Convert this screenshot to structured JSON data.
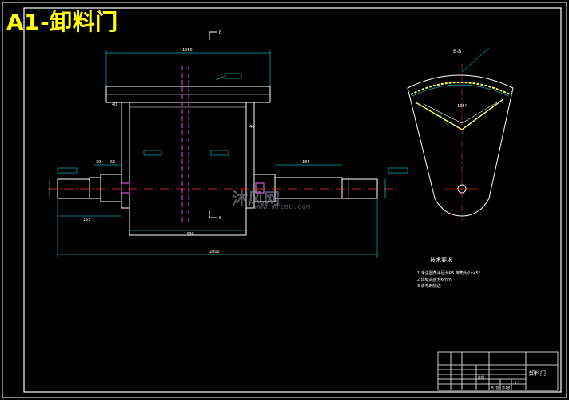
{
  "drawing": {
    "title": "A1-卸料门",
    "section_label": "B-B",
    "cut_mark": "B"
  },
  "dimensions": {
    "top_overall": "1050",
    "center_width": "1400",
    "overall_length": "2800",
    "left_stub": "155",
    "right_shaft": "184",
    "left_collar": "30",
    "left_collar2": "55",
    "left_flange": "40",
    "right_flange": "40",
    "center_angle": "135°"
  },
  "notes": {
    "title": "技术要求",
    "items": [
      "1.未注圆角半径为R5,倒角为2×45°",
      "2.焊缝高度为6mm",
      "3.去毛刺锐边"
    ]
  },
  "title_block": {
    "part_name": "卸料门",
    "cells": [
      "比例",
      "1:5",
      "共1张",
      "第1张"
    ]
  },
  "watermark": {
    "brand": "沐风网",
    "url": "www.mfcad.com"
  },
  "colors": {
    "background": "#000000",
    "frame": "#ffffff",
    "outline": "#ffffff",
    "dimension": "#00ffff",
    "centerline": "#ff3333",
    "hidden": "#cc33cc",
    "weld": "#ffff66",
    "title": "#ffff00"
  }
}
